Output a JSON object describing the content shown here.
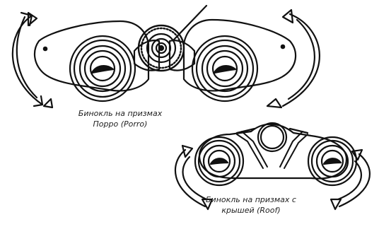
{
  "captions": {
    "porro": {
      "line1": "Бинокль на призмах",
      "line2": "Порро (Porro)"
    },
    "roof": {
      "line1": "Бинокль на призмах с",
      "line2": "крышей (Roof)"
    }
  },
  "colors": {
    "ink": "#111111",
    "paper": "#ffffff"
  },
  "icons": {
    "rotation_arrow": "curved-double-arrow-icon"
  }
}
